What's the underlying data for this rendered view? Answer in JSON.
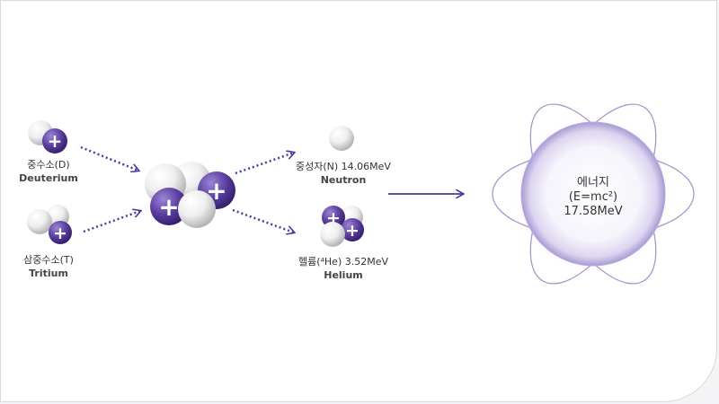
{
  "reactants": [
    {
      "name_ko": "중수소(D)",
      "name_en": "Deuterium"
    },
    {
      "name_ko": "삼중수소(T)",
      "name_en": "Tritium"
    }
  ],
  "products": [
    {
      "name_ko": "중성자(N) 14.06MeV",
      "name_en": "Neutron"
    },
    {
      "name_ko": "헬륨(⁴He) 3.52MeV",
      "name_en": "Helium"
    }
  ],
  "energy": {
    "title": "에너지",
    "formula": "(E=mc²)",
    "value": "17.58MeV"
  },
  "colors": {
    "proton": "#5b3d9e",
    "neutron": "#d8d8d8",
    "arrow": "#4b3a9a",
    "orbit": "#8f7fc0"
  },
  "glyphs": {
    "plus": "+"
  }
}
